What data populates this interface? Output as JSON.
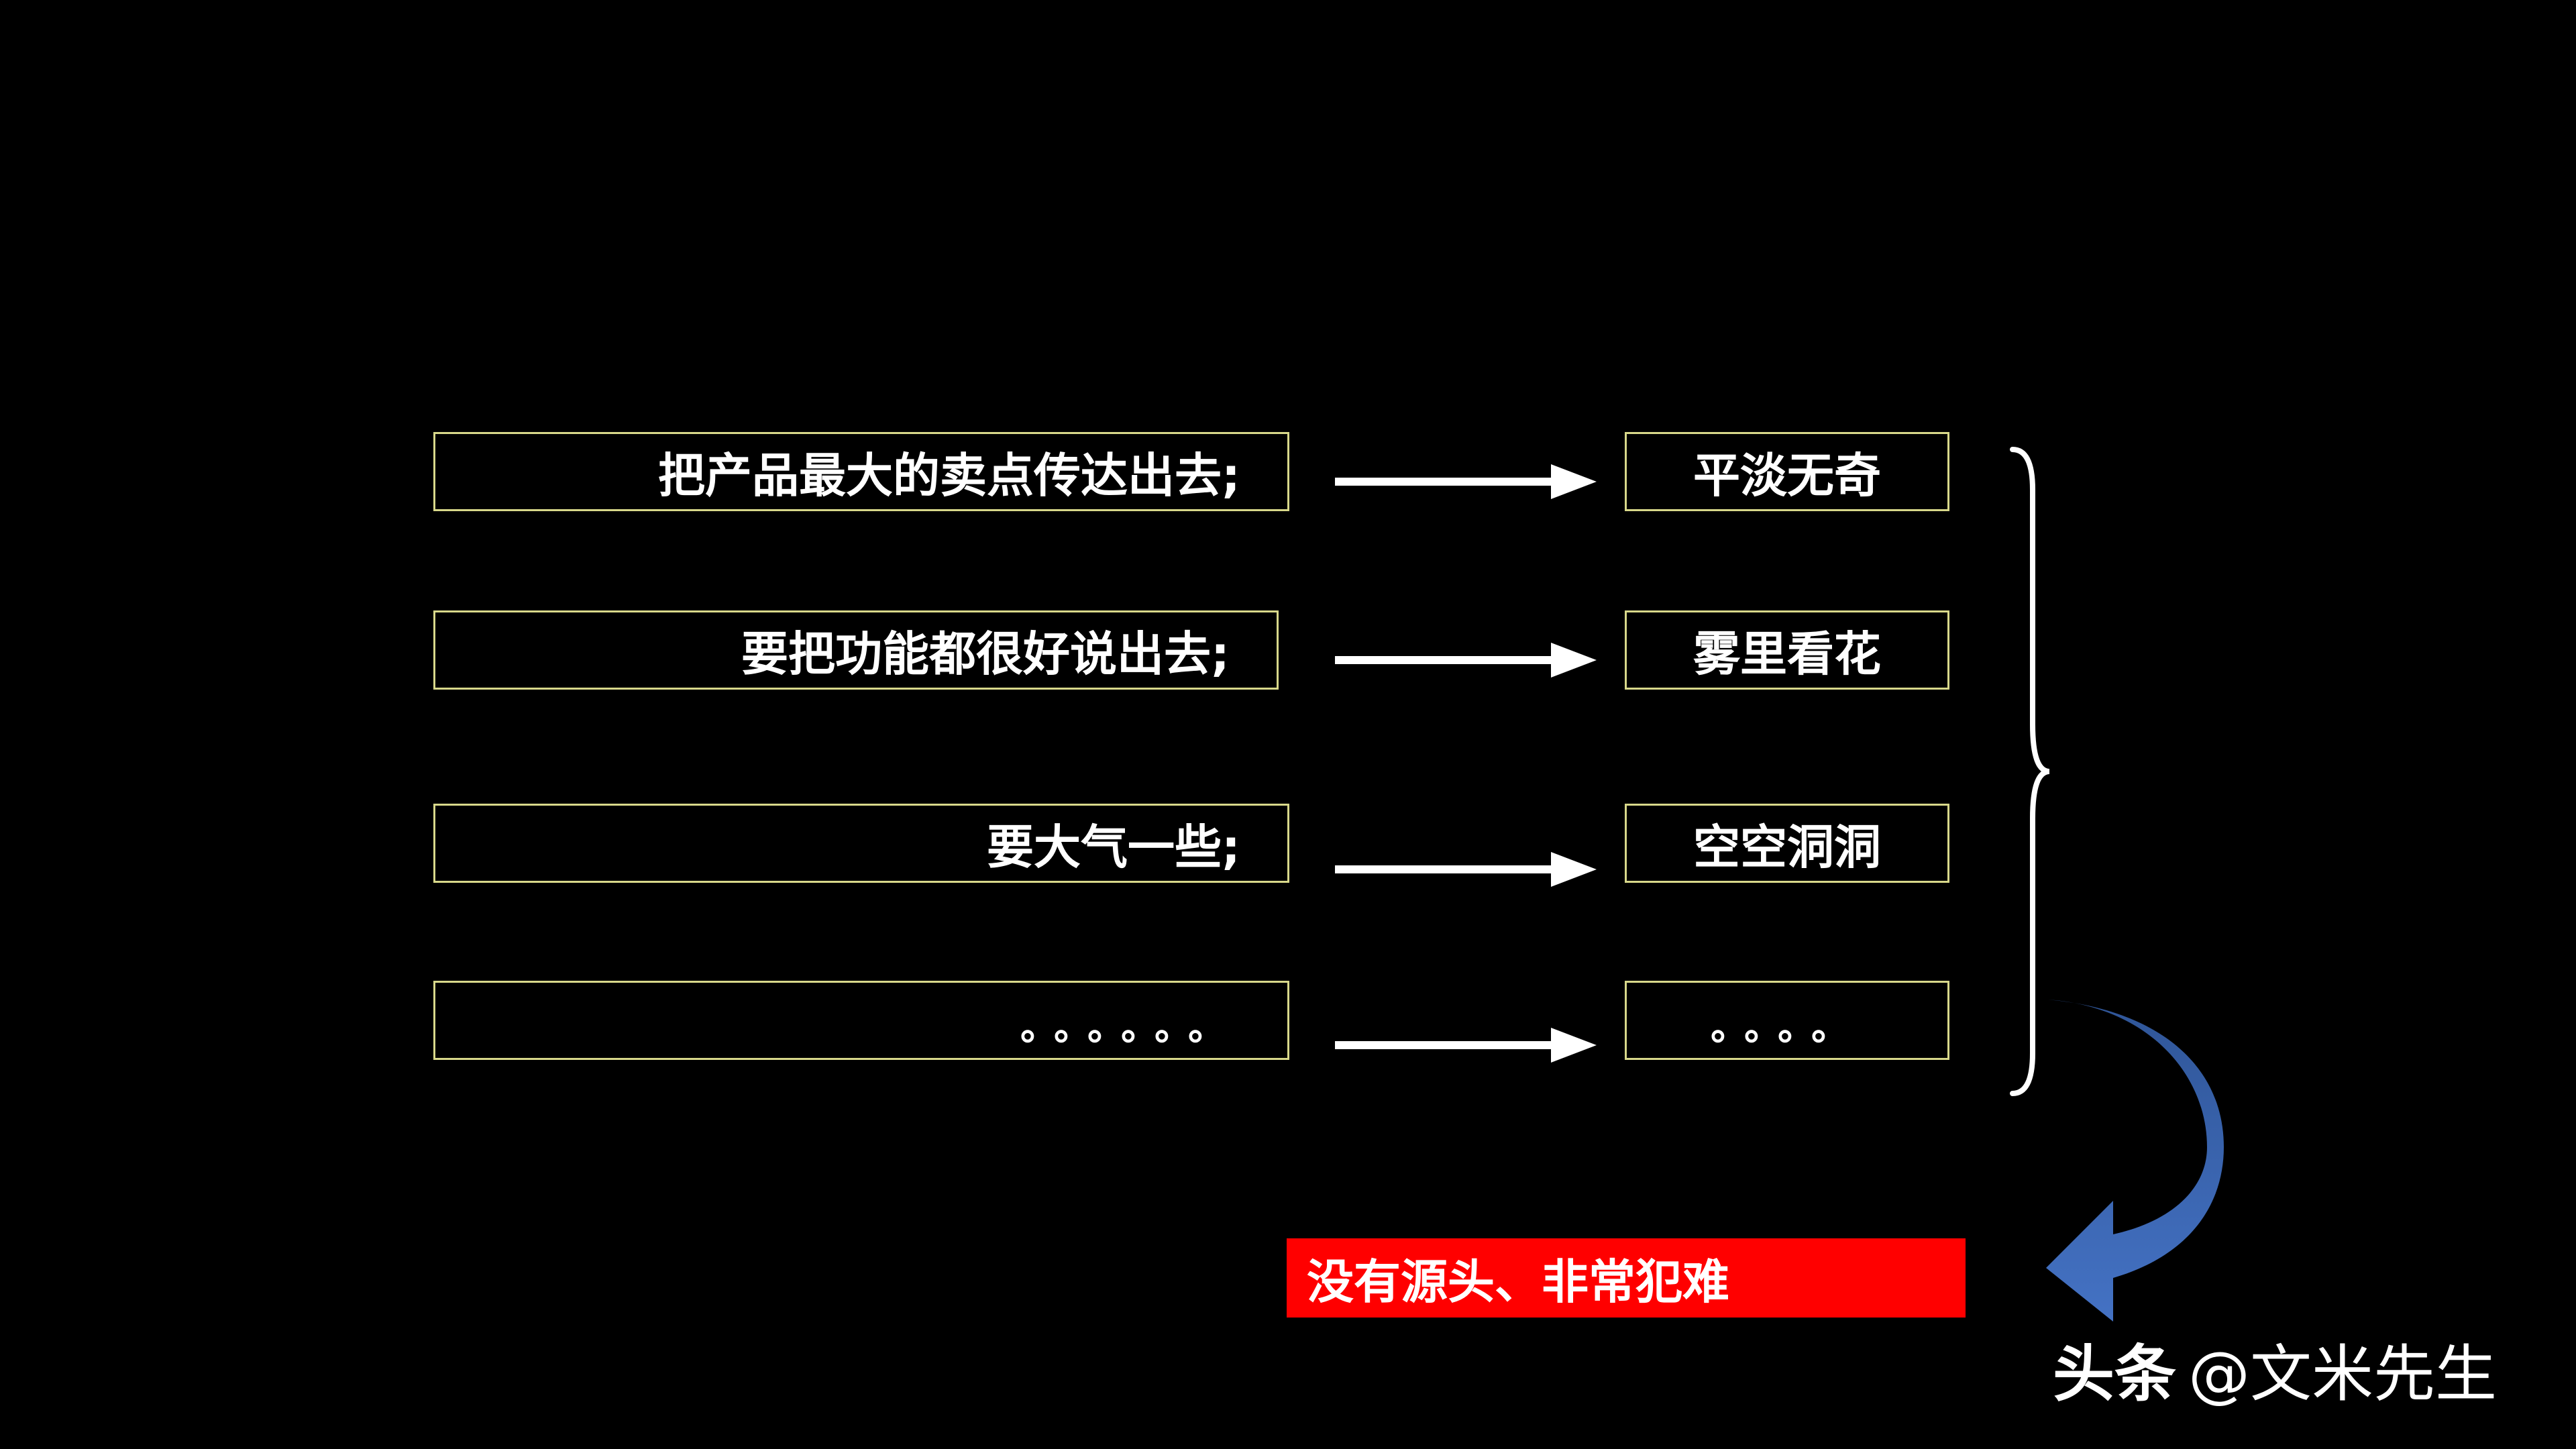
{
  "rows": [
    {
      "left": "把产品最大的卖点传达出去;",
      "right": "平淡无奇"
    },
    {
      "left": "要把功能都很好说出去;",
      "right": "雾里看花"
    },
    {
      "left": "要大气一些;",
      "right": "空空洞洞"
    },
    {
      "left": "。。。。。。",
      "right": "。。。。"
    }
  ],
  "conclusion": "没有源头、非常犯难",
  "watermark": {
    "brand": "头条",
    "handle": "@文米先生"
  },
  "colors": {
    "background": "#000000",
    "box_border": "#d8d88a",
    "arrow": "#ffffff",
    "conclusion_fill": "#ff0000",
    "curve_arrow": "#4472c4"
  }
}
